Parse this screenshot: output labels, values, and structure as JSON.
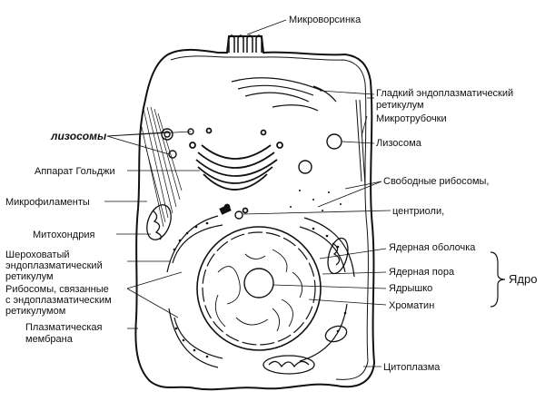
{
  "labels": {
    "microvilli": "Микроворсинка",
    "smooth_er_1": "Гладкий эндоплазматический",
    "smooth_er_2": "ретикулум",
    "microtubules": "Микротрубочки",
    "lysosomes": "лизосомы",
    "lysosome": "Лизосома",
    "golgi": "Аппарат Гольджи",
    "free_ribosomes": "Свободные рибосомы,",
    "microfilaments": "Микрофиламенты",
    "centrioles": "центриоли,",
    "mitochondrion": "Митохондрия",
    "nuclear_envelope": "Ядерная оболочка",
    "rough_er_1": "Шероховатый",
    "rough_er_2": "эндоплазматический",
    "rough_er_3": "ретикулум",
    "nuclear_pore": "Ядерная пора",
    "nucleus": "Ядро",
    "bound_ribosomes_1": "Рибосомы, связанные",
    "bound_ribosomes_2": "с эндоплазматическим",
    "bound_ribosomes_3": "ретикулумом",
    "nucleolus": "Ядрышко",
    "chromatin": "Хроматин",
    "plasma_membrane_1": "Плазматическая",
    "plasma_membrane_2": "мембрана",
    "cytoplasm": "Цитоплазма"
  },
  "colors": {
    "ink": "#111111",
    "background": "#ffffff"
  }
}
